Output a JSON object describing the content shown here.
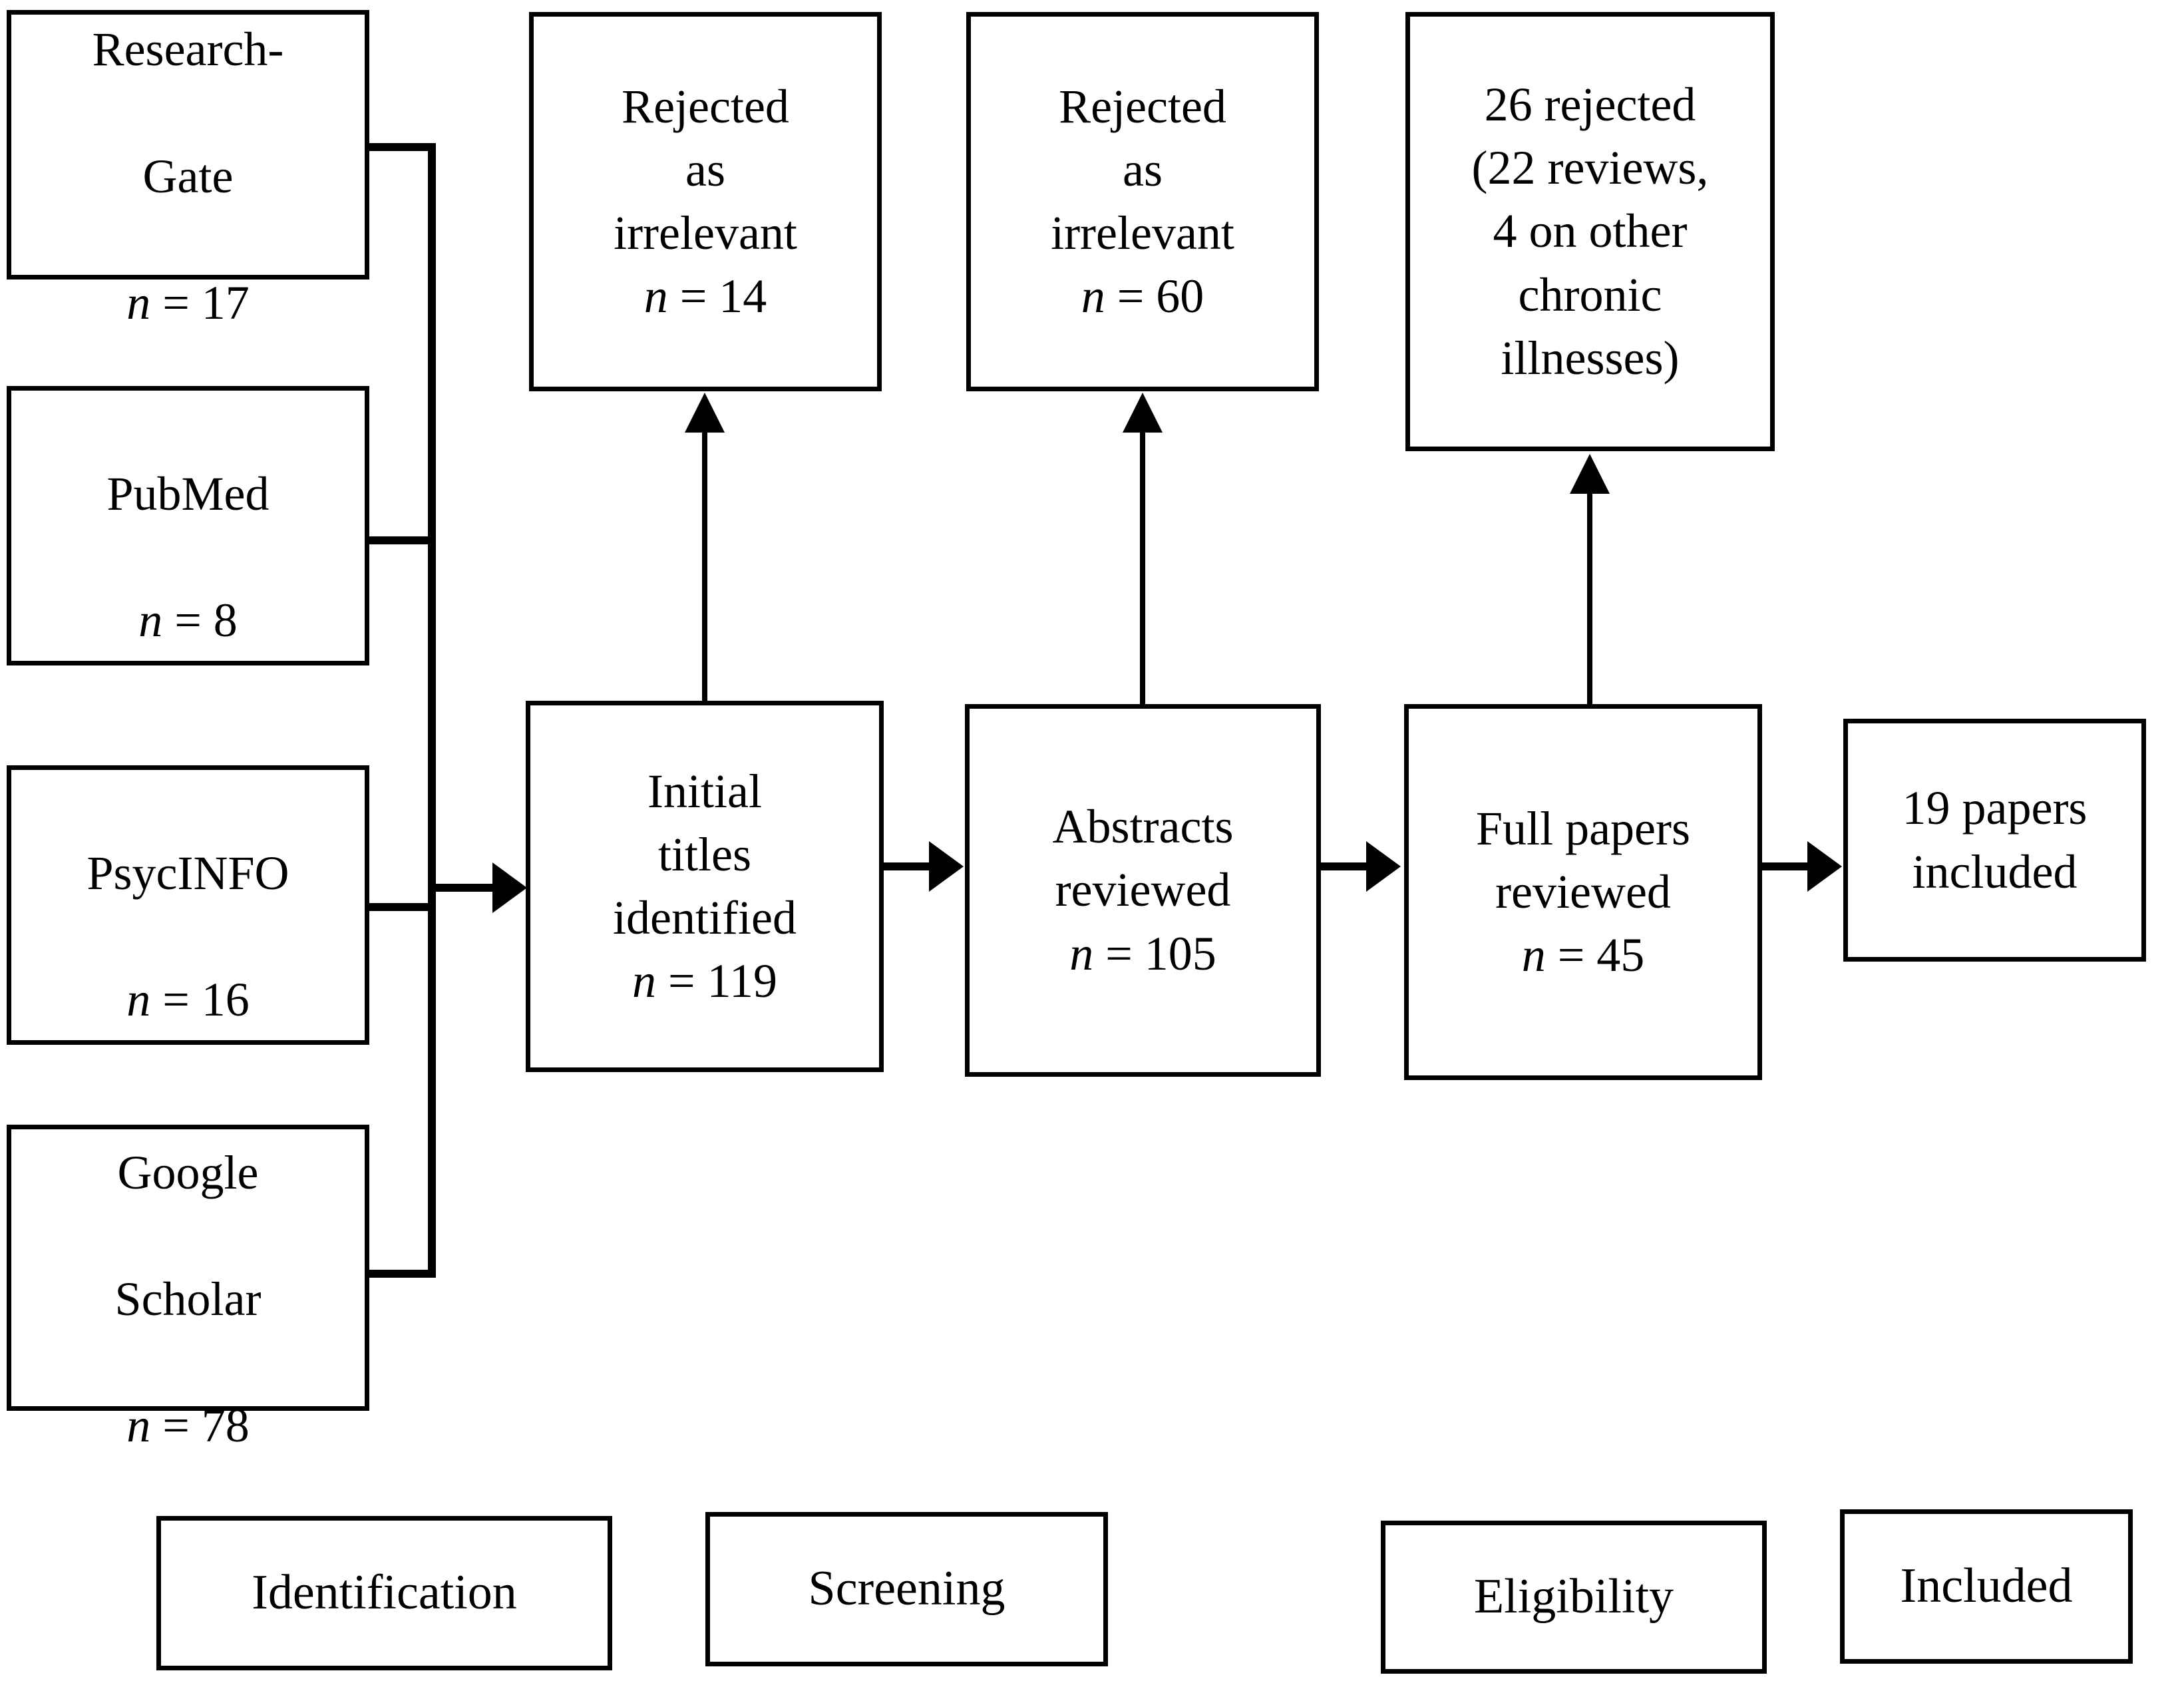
{
  "diagram": {
    "type": "prisma-flow-diagram",
    "sources": [
      {
        "name": "researchgate",
        "line1": "Research-",
        "line2": "Gate",
        "count_label": "n",
        "count": "17",
        "n_text": "n = 17"
      },
      {
        "name": "pubmed",
        "line1": "PubMed",
        "line2": "",
        "count_label": "n",
        "count": "8",
        "n_text": "n = 8"
      },
      {
        "name": "psycinfo",
        "line1": "PsycINFO",
        "line2": "",
        "count_label": "n",
        "count": "16",
        "n_text": "n = 16"
      },
      {
        "name": "google-scholar",
        "line1": "Google",
        "line2": "Scholar",
        "count_label": "n",
        "count": "78",
        "n_text": "n = 78"
      }
    ],
    "stages": [
      {
        "name": "initial-titles",
        "title": "Initial\ntitles\nidentified",
        "count_label": "n",
        "count": "119",
        "n_text": "n = 119"
      },
      {
        "name": "abstracts-reviewed",
        "title": "Abstracts\nreviewed",
        "count_label": "n",
        "count": "105",
        "n_text": "n = 105"
      },
      {
        "name": "full-papers-reviewed",
        "title": "Full papers\nreviewed",
        "count_label": "n",
        "count": "45",
        "n_text": "n = 45"
      },
      {
        "name": "papers-included",
        "title": "19 papers\nincluded",
        "count_label": "",
        "count": "19",
        "n_text": ""
      }
    ],
    "exclusions": [
      {
        "name": "rejected-titles",
        "title": "Rejected\nas\nirrelevant",
        "count_label": "n",
        "count": "14",
        "n_text": "n = 14"
      },
      {
        "name": "rejected-abstracts",
        "title": "Rejected\nas\nirrelevant",
        "count_label": "n",
        "count": "60",
        "n_text": "n = 60"
      },
      {
        "name": "rejected-full-papers",
        "title": "26 rejected\n(22 reviews,\n4 on other\nchronic\nillnesses)",
        "count_label": "",
        "count": "26",
        "n_text": ""
      }
    ],
    "phase_labels": [
      {
        "name": "identification",
        "label": "Identification"
      },
      {
        "name": "screening",
        "label": "Screening"
      },
      {
        "name": "eligibility",
        "label": "Eligibility"
      },
      {
        "name": "included",
        "label": "Included"
      }
    ],
    "colors": {
      "stroke": "#000000",
      "fill": "#ffffff",
      "text": "#000000"
    }
  }
}
